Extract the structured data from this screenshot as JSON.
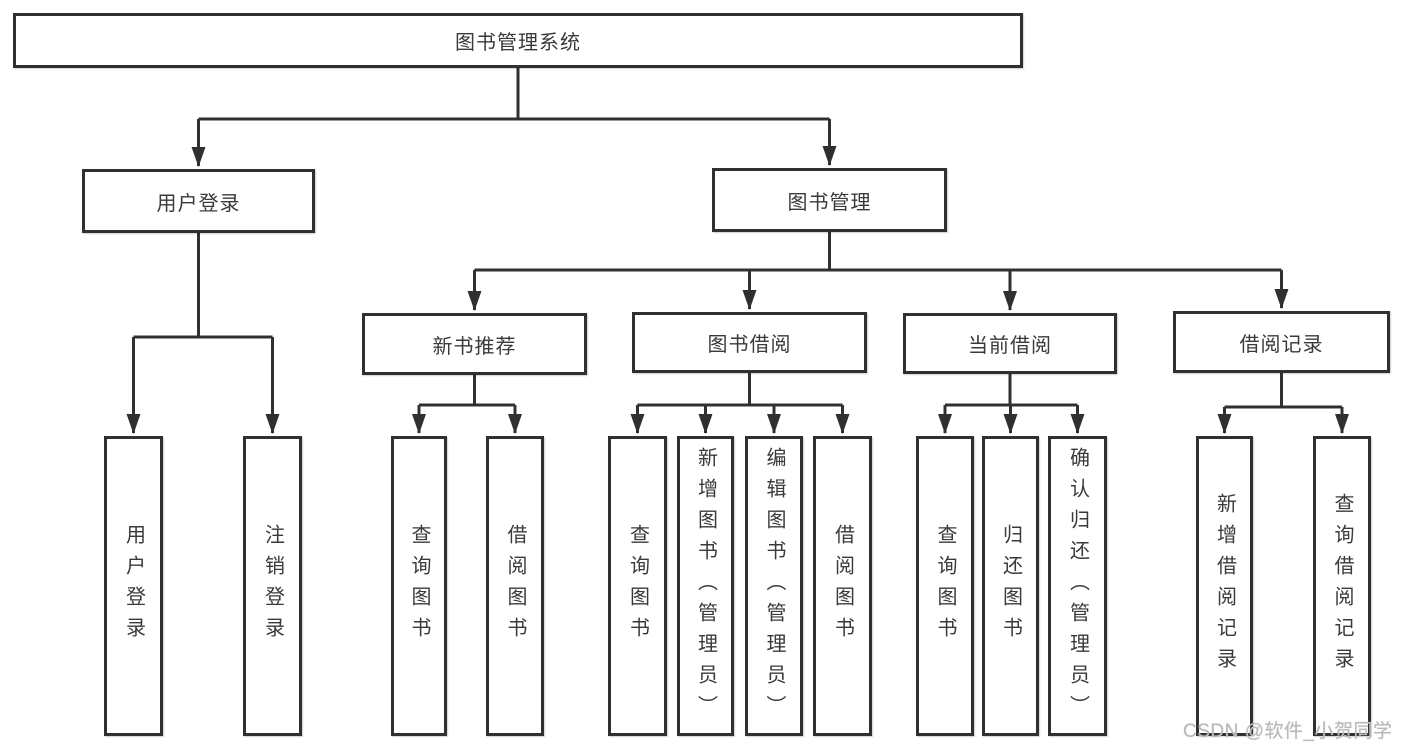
{
  "nodes": {
    "root": {
      "label": "图书管理系统"
    },
    "l2": [
      {
        "label": "用户登录"
      },
      {
        "label": "图书管理"
      }
    ],
    "l3": [
      {
        "label": "新书推荐"
      },
      {
        "label": "图书借阅"
      },
      {
        "label": "当前借阅"
      },
      {
        "label": "借阅记录"
      }
    ],
    "leaves_user_login": [
      {
        "label": "用户登录"
      },
      {
        "label": "注销登录"
      }
    ],
    "leaves_new_book": [
      {
        "label": "查询图书"
      },
      {
        "label": "借阅图书"
      }
    ],
    "leaves_book_borrow": [
      {
        "label": "查询图书"
      },
      {
        "label": "新增图书（管理员）"
      },
      {
        "label": "编辑图书（管理员）"
      },
      {
        "label": "借阅图书"
      }
    ],
    "leaves_current_borrow": [
      {
        "label": "查询图书"
      },
      {
        "label": "归还图书"
      },
      {
        "label": "确认归还（管理员）"
      }
    ],
    "leaves_borrow_record": [
      {
        "label": "新增借阅记录"
      },
      {
        "label": "查询借阅记录"
      }
    ]
  },
  "watermark": {
    "text": "CSDN @软件_小贺同学"
  },
  "colors": {
    "line": "#303030",
    "text": "#3a3a3a",
    "background": "#ffffff",
    "watermark": "#b9b9b9"
  }
}
